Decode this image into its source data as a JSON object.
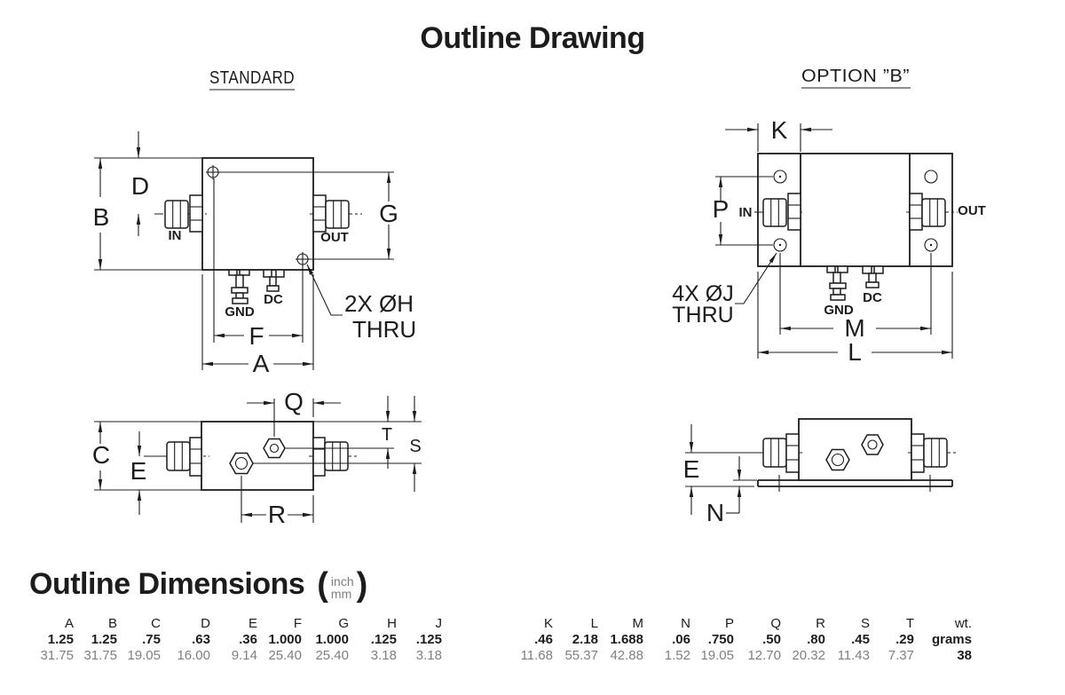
{
  "page_title": "Outline Drawing",
  "standard_front": {
    "title": "STANDARD",
    "in_label": "IN",
    "out_label": "OUT",
    "gnd_label": "GND",
    "dc_label": "DC",
    "hole_note_line1": "2X ØH",
    "hole_note_line2": "THRU",
    "dims": {
      "b": "B",
      "d": "D",
      "g": "G",
      "f": "F",
      "a": "A"
    }
  },
  "option_b_front": {
    "title": "OPTION ”B”",
    "in_label": "IN",
    "out_label": "OUT",
    "gnd_label": "GND",
    "dc_label": "DC",
    "hole_note_line1": "4X ØJ",
    "hole_note_line2": "THRU",
    "dims": {
      "k": "K",
      "p": "P",
      "m": "M",
      "l": "L"
    }
  },
  "standard_side": {
    "dims": {
      "c": "C",
      "e": "E",
      "q": "Q",
      "t": "T",
      "s": "S",
      "r": "R"
    }
  },
  "option_b_side": {
    "dims": {
      "e": "E",
      "n": "N"
    }
  },
  "dimensions_section": {
    "heading": "Outline Dimensions",
    "paren_open": "(",
    "paren_close": ")",
    "unit_numerator": "inch",
    "unit_denominator": "mm",
    "table": {
      "headers": [
        "A",
        "B",
        "C",
        "D",
        "E",
        "F",
        "G",
        "H",
        "J",
        "K",
        "L",
        "M",
        "N",
        "P",
        "Q",
        "R",
        "S",
        "T",
        "wt."
      ],
      "inch_row": [
        "1.25",
        "1.25",
        ".75",
        ".63",
        ".36",
        "1.000",
        "1.000",
        ".125",
        ".125",
        ".46",
        "2.18",
        "1.688",
        ".06",
        ".750",
        ".50",
        ".80",
        ".45",
        ".29",
        "grams"
      ],
      "mm_row": [
        "31.75",
        "31.75",
        "19.05",
        "16.00",
        "9.14",
        "25.40",
        "25.40",
        "3.18",
        "3.18",
        "11.68",
        "55.37",
        "42.88",
        "1.52",
        "19.05",
        "12.70",
        "20.32",
        "11.43",
        "7.37",
        "38"
      ]
    }
  }
}
